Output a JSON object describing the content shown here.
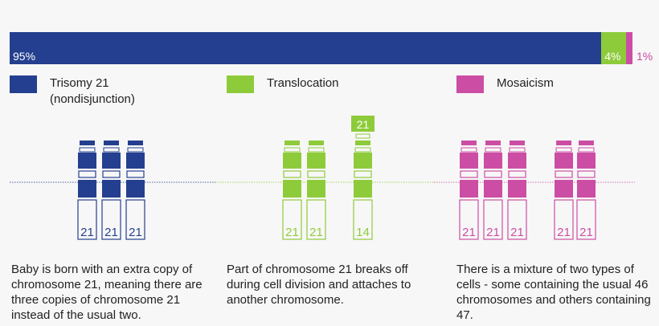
{
  "chart_data": {
    "type": "bar",
    "stacked": true,
    "orientation": "horizontal",
    "xlim": [
      0,
      100
    ],
    "categories": [
      "Trisomy 21 (nondisjunction)",
      "Translocation",
      "Mosaicism"
    ],
    "values": [
      95,
      4,
      1
    ],
    "value_labels": [
      "95%",
      "4%",
      "1%"
    ],
    "colors": [
      "#243f8f",
      "#8ecb3b",
      "#cc4ea4"
    ],
    "legend": [
      {
        "label": "Trisomy 21",
        "sublabel": "(nondisjunction)",
        "color": "#243f8f"
      },
      {
        "label": "Translocation",
        "sublabel": "",
        "color": "#8ecb3b"
      },
      {
        "label": "Mosaicism",
        "sublabel": "",
        "color": "#cc4ea4"
      }
    ]
  },
  "panels": [
    {
      "id": "trisomy",
      "color": "#243f8f",
      "chromosome_labels": [
        "21",
        "21",
        "21"
      ],
      "extra_tag": "",
      "description": "Baby is born with an extra copy of chromosome 21, meaning there are three copies of chromosome 21 instead of the usual two."
    },
    {
      "id": "translocation",
      "color": "#8ecb3b",
      "chromosome_labels": [
        "21",
        "21",
        "14"
      ],
      "extra_tag": "21",
      "description": "Part of chromosome 21 breaks off during cell division and attaches to another chromosome."
    },
    {
      "id": "mosaicism",
      "color": "#cc4ea4",
      "chromosome_labels": [
        "21",
        "21",
        "21",
        "21",
        "21"
      ],
      "extra_tag": "",
      "description": "There is a mixture of two types of cells - some containing the usual 46 chromosomes and others containing 47."
    }
  ]
}
